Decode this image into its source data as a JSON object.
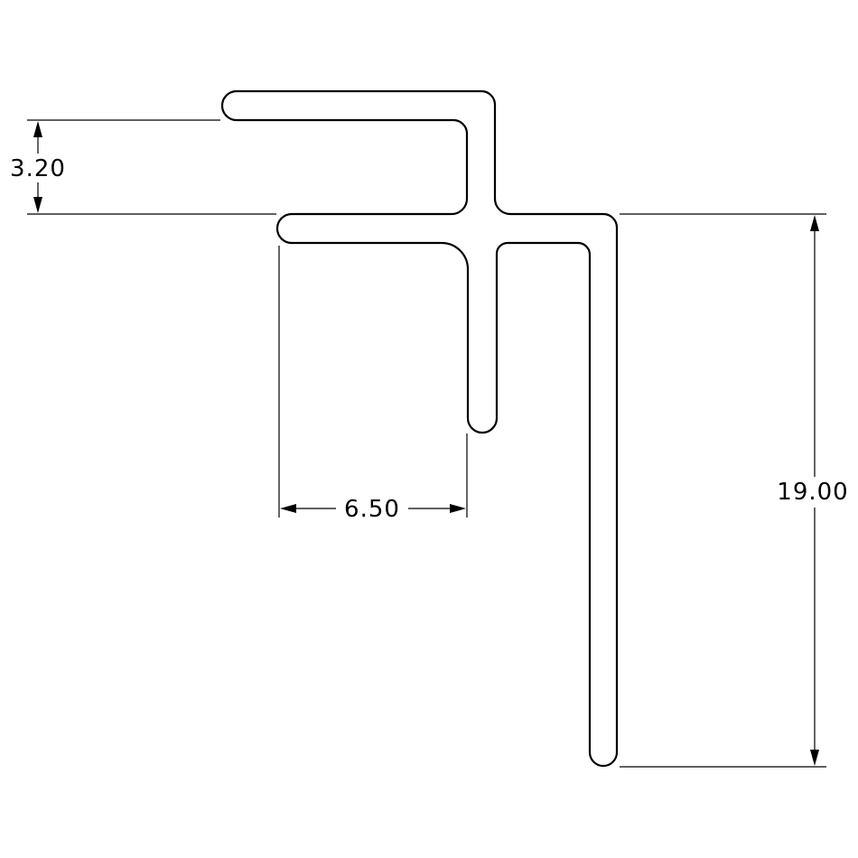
{
  "drawing": {
    "type": "extrusion-profile",
    "line_color": "#000000",
    "background": "#ffffff"
  },
  "dimensions": {
    "height_top": {
      "value": "3.20",
      "orientation": "vertical"
    },
    "width_leg": {
      "value": "6.50",
      "orientation": "horizontal"
    },
    "height_total": {
      "value": "19.00",
      "orientation": "vertical"
    }
  }
}
